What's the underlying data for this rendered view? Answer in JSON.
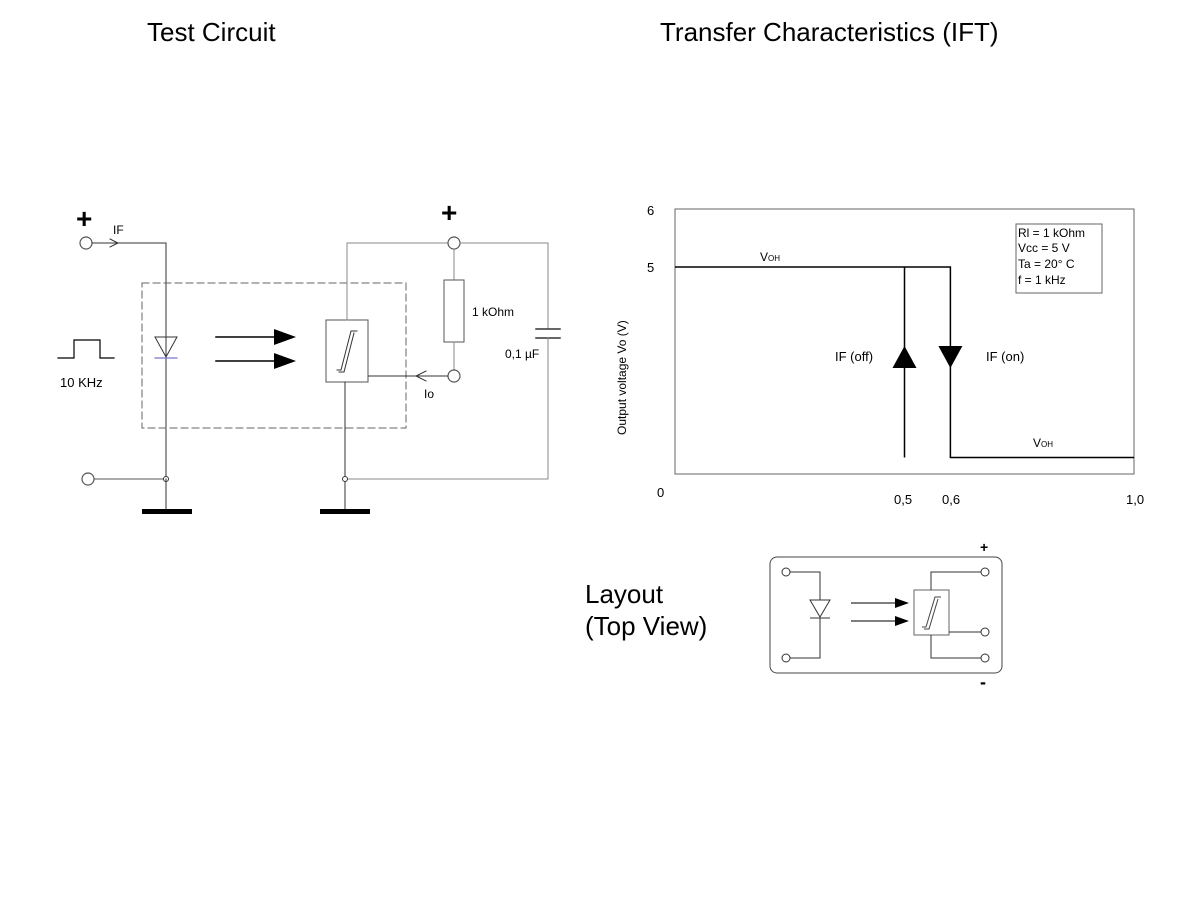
{
  "titles": {
    "test_circuit": "Test Circuit",
    "transfer": "Transfer Characteristics (IFT)",
    "layout_line1": "Layout",
    "layout_line2": "(Top View)"
  },
  "test_circuit": {
    "plus_input": "+",
    "plus_supply": "+",
    "if_label": "IF",
    "freq_label": "10 KHz",
    "resistor_label": "1 kOhm",
    "capacitor_label": "0,1 µF",
    "io_label": "Io"
  },
  "chart_data": {
    "type": "line",
    "title": "",
    "xlabel": "",
    "ylabel": "Output voltage  Vo (V)",
    "xlim": [
      0,
      1.0
    ],
    "ylim": [
      0,
      6
    ],
    "x_ticks": [
      "0",
      "0,5",
      "0,6",
      "1,0"
    ],
    "y_ticks": [
      "6",
      "5"
    ],
    "series": [
      {
        "points": [
          [
            0,
            5
          ],
          [
            0.6,
            5
          ],
          [
            0.6,
            0.4
          ],
          [
            1.0,
            0.4
          ]
        ]
      },
      {
        "points": [
          [
            0.5,
            5
          ],
          [
            0.5,
            0.4
          ]
        ]
      }
    ],
    "annotations": {
      "voh_top": "V",
      "voh_top_sub": "OH",
      "voh_bottom": "V",
      "voh_bottom_sub": "OH",
      "if_off": "IF (off)",
      "if_on": "IF (on)"
    },
    "legend": [
      "Rl = 1 kOhm",
      "Vcc = 5 V",
      "Ta = 20° C",
      "f = 1 kHz"
    ],
    "legend_position": "top-right",
    "arrows": [
      {
        "x": 0.5,
        "direction": "up"
      },
      {
        "x": 0.6,
        "direction": "down"
      }
    ]
  },
  "layout_view": {
    "plus": "+",
    "minus": "-"
  }
}
